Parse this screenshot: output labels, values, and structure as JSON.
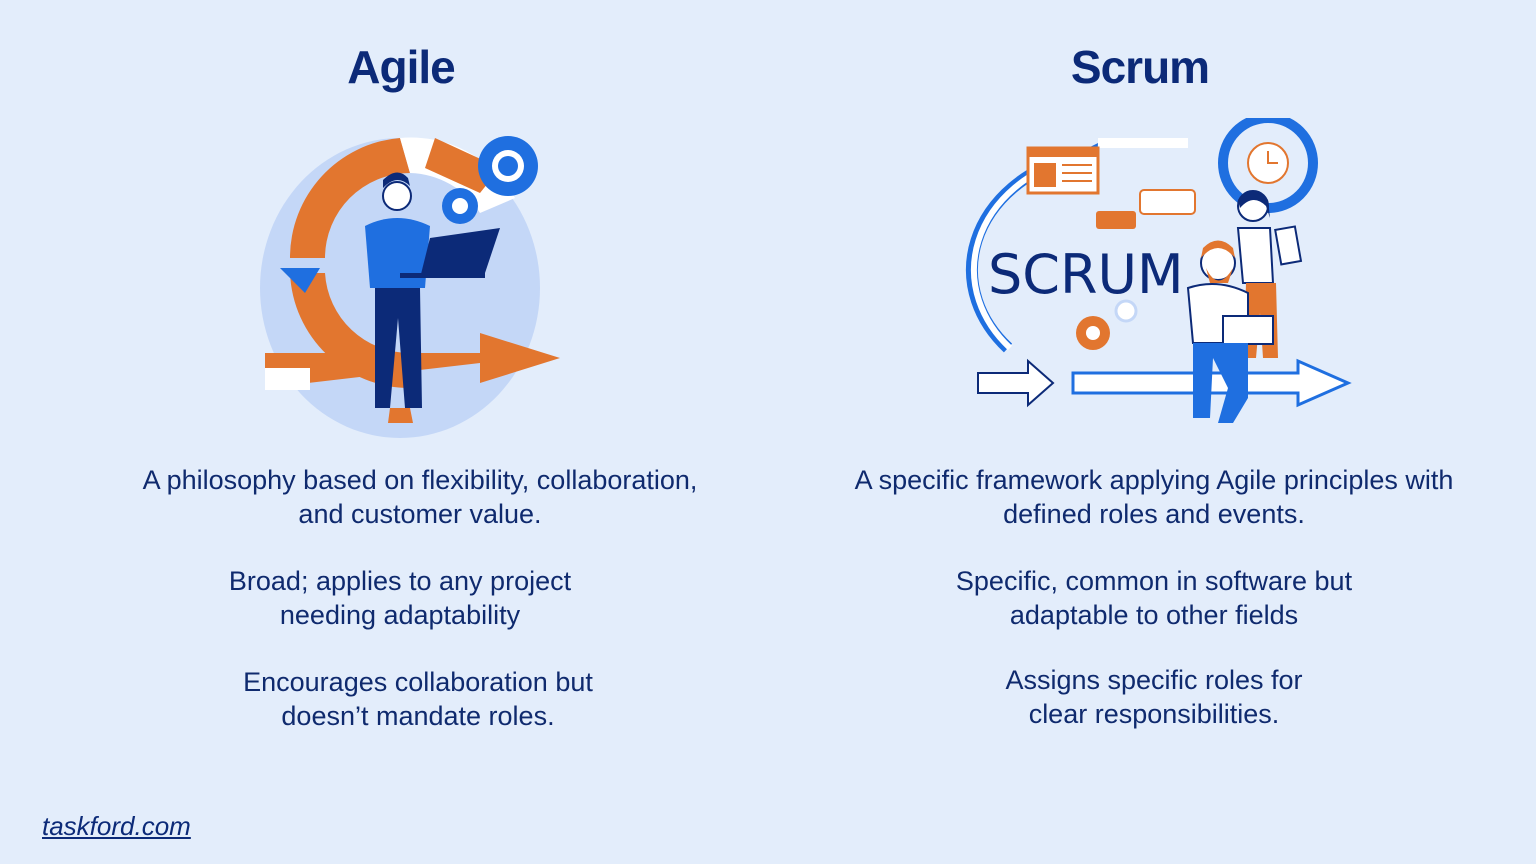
{
  "agile": {
    "title": "Agile",
    "paragraphs": [
      "A philosophy based on flexibility, collaboration, and customer value.",
      "Broad; applies to any project needing adaptability",
      "Encourages collaboration but doesn’t mandate roles."
    ]
  },
  "scrum": {
    "title": "Scrum",
    "illustration_text": "SCRUM",
    "paragraphs": [
      "A specific framework applying Agile principles with defined roles and events.",
      "Specific, common in software but adaptable to other fields",
      "Assigns specific roles for clear responsibilities."
    ]
  },
  "footer": {
    "link": "taskford.com"
  },
  "colors": {
    "background": "#e3edfb",
    "navy": "#0c2a78",
    "blue": "#1f6fe0",
    "orange": "#e2762f"
  }
}
